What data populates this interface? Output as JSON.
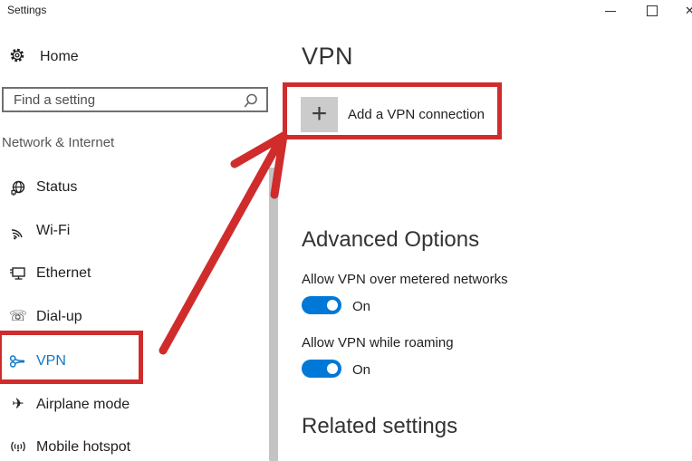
{
  "window": {
    "title": "Settings",
    "controls": {
      "minimize": "minimize-button",
      "maximize": "maximize-button",
      "close_glyph": "✕"
    }
  },
  "colors": {
    "accent_blue": "#0078d7",
    "annotation_red": "#d02c2c",
    "toggle_on_blue": "#0078d7",
    "scrollbar_gray": "#c3c3c3",
    "plus_button_gray": "#cbcbcb"
  },
  "sidebar": {
    "home": {
      "label": "Home",
      "icon": "gear-icon"
    },
    "search": {
      "placeholder": "Find a setting",
      "value": "",
      "icon": "search-icon"
    },
    "section_label": "Network & Internet",
    "items": [
      {
        "label": "Status",
        "icon": "globe-icon",
        "selected": false
      },
      {
        "label": "Wi-Fi",
        "icon": "wifi-icon",
        "selected": false
      },
      {
        "label": "Ethernet",
        "icon": "ethernet-icon",
        "selected": false
      },
      {
        "label": "Dial-up",
        "icon": "dialup-icon",
        "selected": false
      },
      {
        "label": "VPN",
        "icon": "vpn-icon",
        "selected": true,
        "annotated": true
      },
      {
        "label": "Airplane mode",
        "icon": "airplane-icon",
        "selected": false
      },
      {
        "label": "Mobile hotspot",
        "icon": "hotspot-icon",
        "selected": false
      }
    ]
  },
  "main": {
    "title": "VPN",
    "add_button": {
      "label": "Add a VPN connection",
      "icon": "plus-icon",
      "plus_glyph": "+"
    },
    "advanced_heading": "Advanced Options",
    "toggles": [
      {
        "label": "Allow VPN over metered networks",
        "state": "On",
        "enabled": true
      },
      {
        "label": "Allow VPN while roaming",
        "state": "On",
        "enabled": true
      }
    ],
    "related_heading": "Related settings"
  },
  "icons_unicode": {
    "dialup": "☏",
    "airplane": "✈",
    "close": "✕"
  },
  "annotations": {
    "boxes": [
      "add-a-vpn-connection-button",
      "sidebar-vpn-item"
    ],
    "arrow": {
      "from": "sidebar-vpn-item",
      "to": "add-a-vpn-connection-button"
    }
  }
}
